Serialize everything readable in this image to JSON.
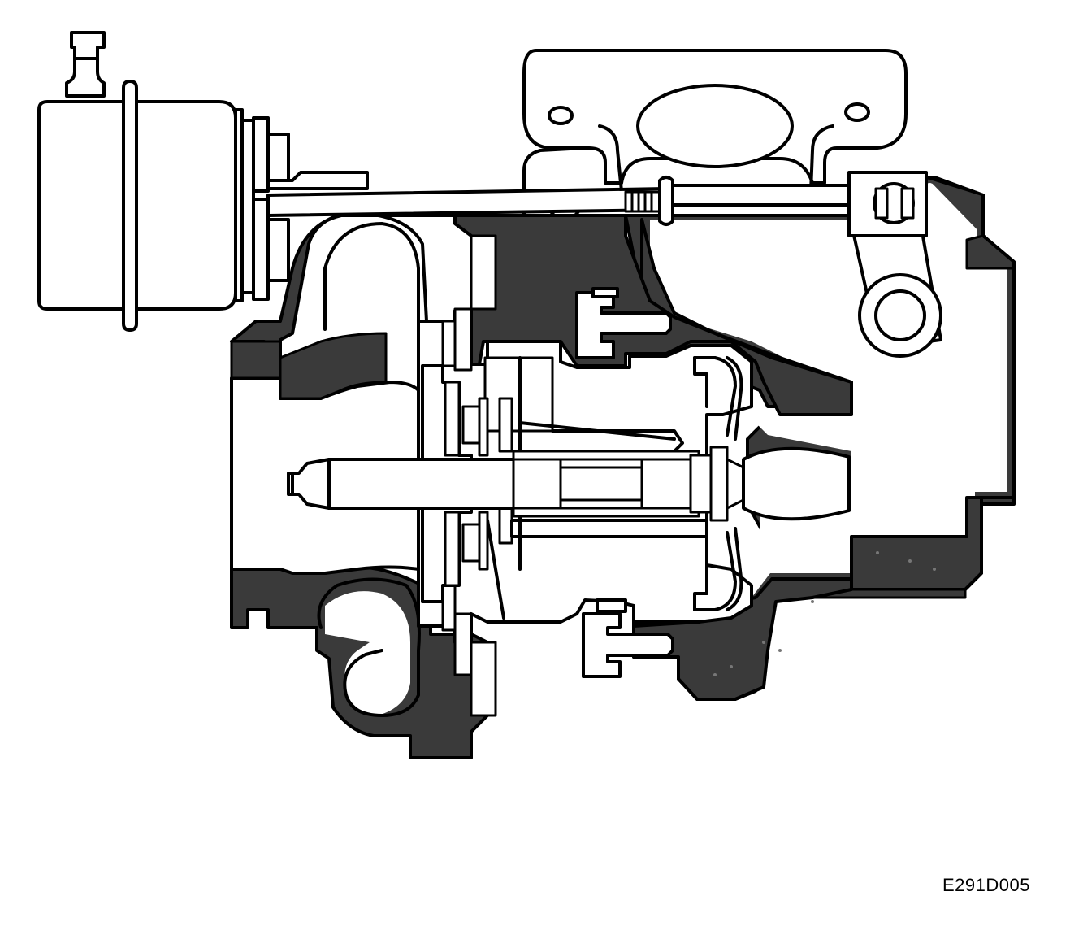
{
  "figure": {
    "reference_code": "E291D005",
    "parts": [
      "wastegate-actuator",
      "actuator-hose-nipple",
      "actuator-rod",
      "wastegate-lever",
      "turbine-outlet-flange",
      "compressor-housing",
      "compressor-wheel",
      "turbine-housing",
      "turbine-wheel",
      "center-bearing-housing",
      "turbo-shaft",
      "mounting-bolt"
    ]
  }
}
